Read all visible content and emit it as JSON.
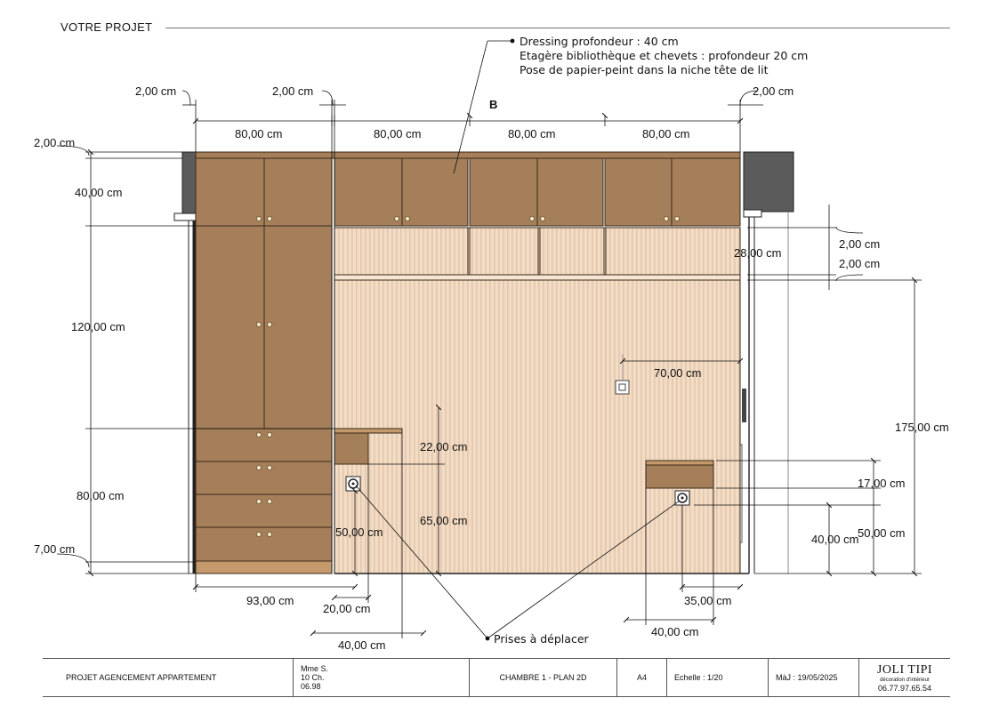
{
  "header": {
    "title": "VOTRE PROJET"
  },
  "notes": {
    "line1": "Dressing profondeur : 40 cm",
    "line2": "Etagère bibliothèque et chevets : profondeur 20 cm",
    "line3": "Pose de papier-peint dans la niche tête de lit"
  },
  "view_label": "B",
  "dimensions": {
    "wall_left": "2,00 cm",
    "wall_mid": "2,00 cm",
    "wall_right": "2,00 cm",
    "top_gap": "2,00 cm",
    "dressing_width": "80,00 cm",
    "col2_width": "80,00 cm",
    "col3_width": "80,00 cm",
    "col4_width": "80,00 cm",
    "top_cabinet_height": "40,00 cm",
    "tall_cabinet_height": "120,00 cm",
    "drawers_height": "80,00 cm",
    "plinth_height": "7,00 cm",
    "shelf_gap_top": "2,00 cm",
    "shelf_height": "28,00 cm",
    "shelf_gap_bottom": "2,00 cm",
    "niche_height": "175,00 cm",
    "sconce_offset": "70,00 cm",
    "left_shelf_depth": "22,00 cm",
    "left_nightstand_height": "65,00 cm",
    "left_socket_height": "50,00 cm",
    "right_shelf_thickness": "17,00 cm",
    "right_socket_height_a": "50,00 cm",
    "right_socket_height_b": "40,00 cm",
    "bottom_left_width": "93,00 cm",
    "bottom_left_socket": "20,00 cm",
    "bottom_left_nightstand": "40,00 cm",
    "bottom_right_socket": "35,00 cm",
    "bottom_right_nightstand": "40,00 cm"
  },
  "sockets_note": "Prises à déplacer",
  "titleblock": {
    "project": "PROJET AGENCEMENT APPARTEMENT",
    "client_name": "Mme S.",
    "client_rooms": "10 Ch.",
    "client_code": "06.98",
    "plan": "CHAMBRE 1 - PLAN 2D",
    "format": "A4",
    "scale": "Echelle  : 1/20",
    "date": "MàJ : 19/05/2025",
    "brand": "JOLI TIPI",
    "brand_sub": "décoration d'intérieur",
    "phone": "06.77.97.65.54"
  },
  "colors": {
    "cabinet_wood": "#a47f59",
    "niche_beige": "#f3dcc6",
    "stripe": "#e3c7ab",
    "wall_grey": "#5b5b5b"
  }
}
